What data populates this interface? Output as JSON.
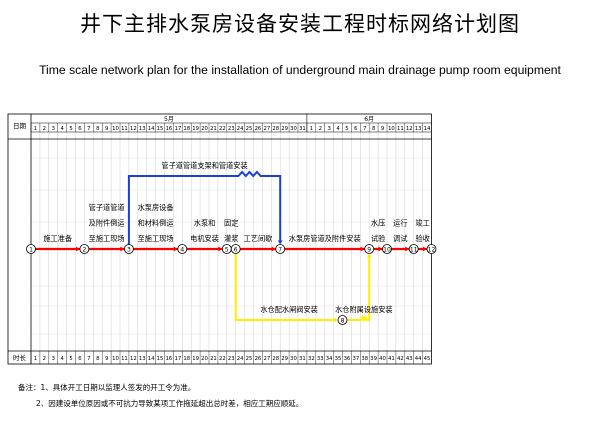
{
  "title_cn": "井下主排水泵房设备安装工程时标网络计划图",
  "title_en": "Time scale network plan for the installation of underground main drainage pump room equipment",
  "header": {
    "date_label": "日期",
    "time_label": "时长",
    "month_may": "5月",
    "month_june": "6月",
    "may_days": [
      "1",
      "2",
      "3",
      "4",
      "5",
      "6",
      "7",
      "8",
      "9",
      "10",
      "11",
      "12",
      "13",
      "14",
      "15",
      "16",
      "17",
      "18",
      "19",
      "20",
      "21",
      "22",
      "23",
      "24",
      "25",
      "26",
      "27",
      "28",
      "29",
      "30",
      "31"
    ],
    "june_days": [
      "1",
      "2",
      "3",
      "4",
      "5",
      "6",
      "7",
      "8",
      "9",
      "10",
      "11",
      "12",
      "13",
      "14"
    ],
    "durations": [
      "1",
      "2",
      "3",
      "4",
      "5",
      "6",
      "7",
      "8",
      "9",
      "10",
      "11",
      "12",
      "13",
      "14",
      "15",
      "16",
      "17",
      "18",
      "19",
      "20",
      "21",
      "22",
      "23",
      "24",
      "25",
      "26",
      "27",
      "28",
      "29",
      "30",
      "31",
      "32",
      "33",
      "34",
      "35",
      "36",
      "37",
      "38",
      "39",
      "40",
      "41",
      "42",
      "43",
      "44",
      "45"
    ]
  },
  "nodes": [
    {
      "label": "1",
      "day": 0,
      "lane": "main"
    },
    {
      "label": "2",
      "day": 6,
      "lane": "main"
    },
    {
      "label": "3",
      "day": 11,
      "lane": "main"
    },
    {
      "label": "4",
      "day": 17,
      "lane": "main"
    },
    {
      "label": "5",
      "day": 22,
      "lane": "main"
    },
    {
      "label": "6",
      "day": 23,
      "lane": "main"
    },
    {
      "label": "7",
      "day": 28,
      "lane": "main"
    },
    {
      "label": "8",
      "day": 35,
      "lane": "low"
    },
    {
      "label": "9",
      "day": 38,
      "lane": "main"
    },
    {
      "label": "10",
      "day": 40,
      "lane": "main"
    },
    {
      "label": "11",
      "day": 43,
      "lane": "main"
    },
    {
      "label": "12",
      "day": 45,
      "lane": "main"
    }
  ],
  "activities": [
    {
      "name": "施工准备",
      "from": 0,
      "to": 6,
      "color": "#ff0000"
    },
    {
      "name": "管子道管道及附件倒运至施工现场",
      "lines": [
        "管子道管道",
        "及附件倒运",
        "至施工现场"
      ],
      "from": 6,
      "to": 11,
      "color": "#ff0000"
    },
    {
      "name": "水泵房设备和材料倒运至施工现场",
      "lines": [
        "水泵房设备",
        "和材料倒运",
        "至施工现场"
      ],
      "from": 11,
      "to": 17,
      "color": "#ff0000"
    },
    {
      "name": "水泵和电机安装",
      "lines": [
        "水泵和",
        "电机安装"
      ],
      "from": 17,
      "to": 22,
      "color": "#ff0000"
    },
    {
      "name": "固定灌浆",
      "lines": [
        "固定",
        "灌浆"
      ],
      "from": 22,
      "to": 23,
      "color": "#ff0000"
    },
    {
      "name": "工艺间歇",
      "from": 23,
      "to": 28,
      "color": "#ff0000"
    },
    {
      "name": "水泵房管道及附件安装",
      "from": 28,
      "to": 38,
      "color": "#ff0000"
    },
    {
      "name": "水压试验",
      "lines": [
        "水压",
        "试验"
      ],
      "from": 38,
      "to": 40,
      "color": "#ff0000"
    },
    {
      "name": "运行调试",
      "lines": [
        "运行",
        "调试"
      ],
      "from": 40,
      "to": 43,
      "color": "#ff0000"
    },
    {
      "name": "竣工验收",
      "lines": [
        "竣工",
        "验收"
      ],
      "from": 43,
      "to": 45,
      "color": "#ff0000"
    },
    {
      "name": "管子道管道支架和管道安装",
      "from": 11,
      "to": 28,
      "color": "#1a3fd6"
    },
    {
      "name": "水仓配水闸阀安装",
      "from": 23,
      "to": 35,
      "color": "#ffee00"
    },
    {
      "name": "水仓附属设施安装",
      "from": 35,
      "to": 38,
      "color": "#ffee00"
    }
  ],
  "notes": {
    "line1": "备注：1、具体开工日期以监理人签发的开工令为准。",
    "line2": "2、因建设单位原因或不可抗力导致某项工作拖延超出总时差，相应工期应顺延。"
  }
}
